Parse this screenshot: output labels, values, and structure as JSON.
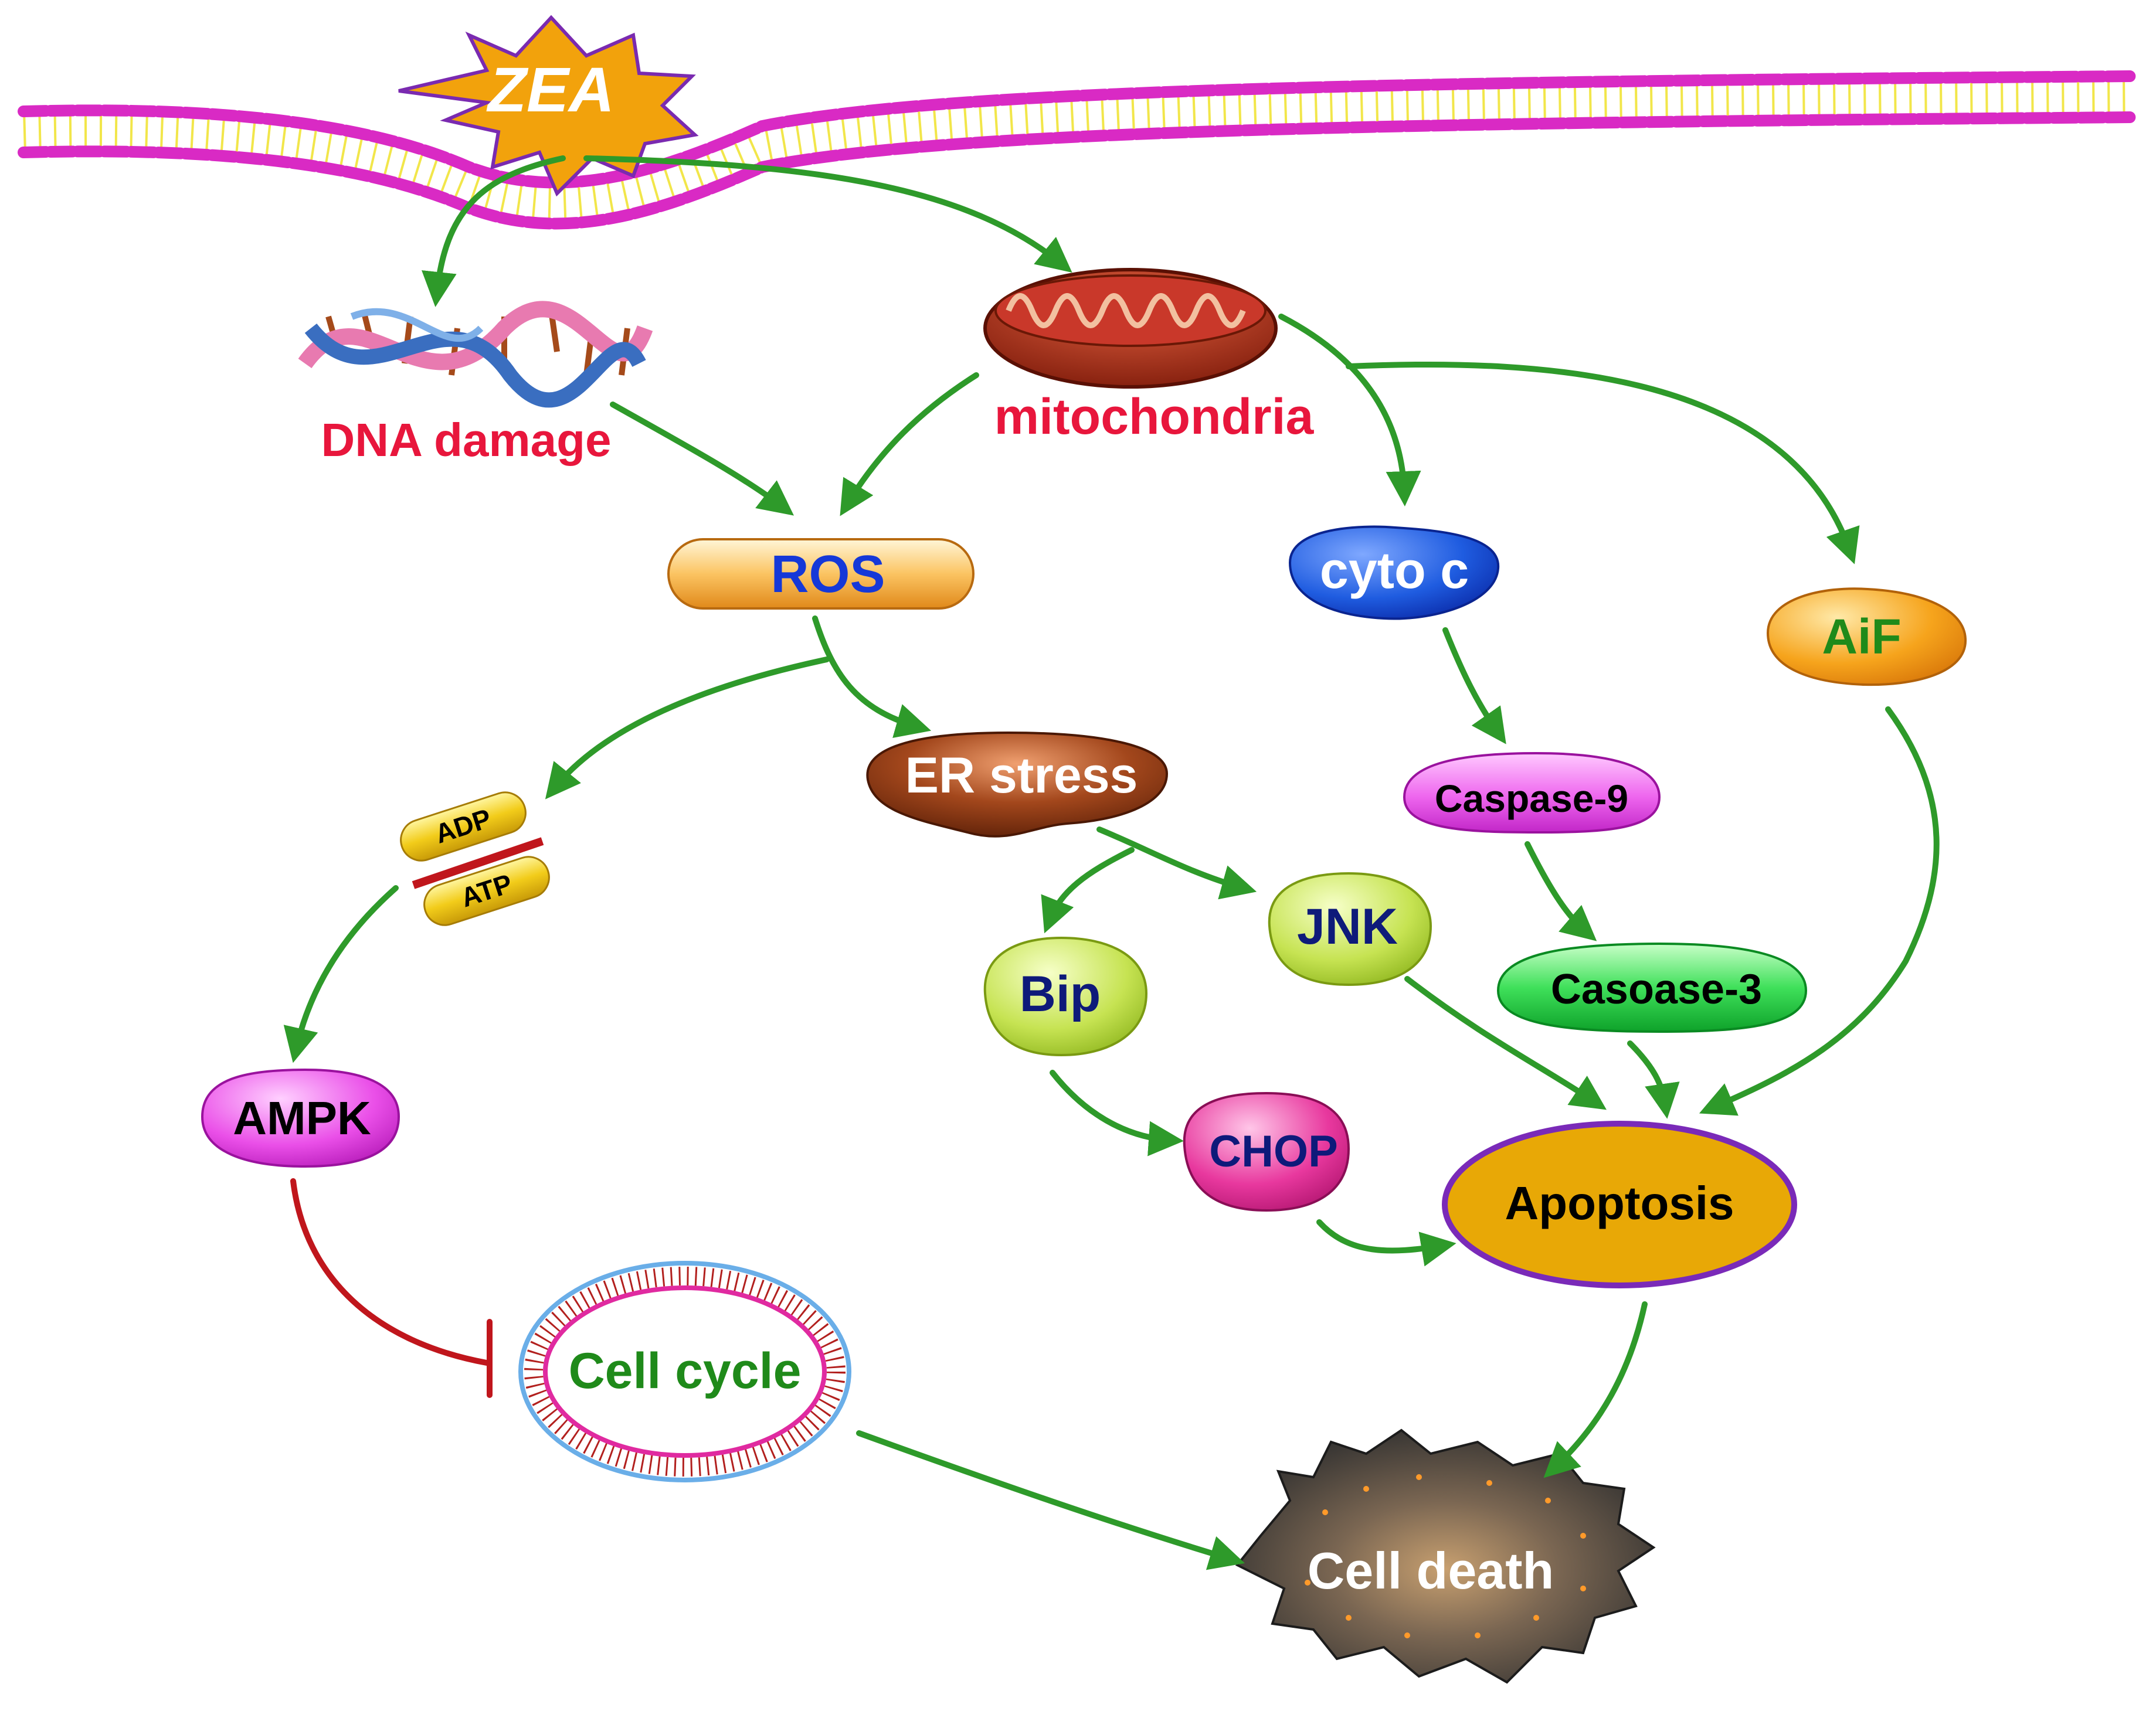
{
  "diagram": {
    "nodes": {
      "zea": "ZEA",
      "dna_damage": "DNA damage",
      "mitochondria": "mitochondria",
      "ros": "ROS",
      "cyto_c": "cyto c",
      "aif": "AiF",
      "adp": "ADP",
      "atp": "ATP",
      "er_stress": "ER stress",
      "caspase_9": "Caspase-9",
      "jnk": "JNK",
      "bip": "Bip",
      "casoase_3": "Casoase-3",
      "ampk": "AMPK",
      "chop": "CHOP",
      "apoptosis": "Apoptosis",
      "cell_cycle": "Cell cycle",
      "cell_death": "Cell death"
    },
    "colors": {
      "arrow": "#2e9a2a",
      "inhibit": "#c0161c",
      "label_red": "#e8163c",
      "label_blue": "#1538d8",
      "label_green": "#1f8a1a",
      "label_navy": "#0e1a7a",
      "membrane_head": "#d92ac4",
      "membrane_link": "#f2e64a"
    }
  }
}
